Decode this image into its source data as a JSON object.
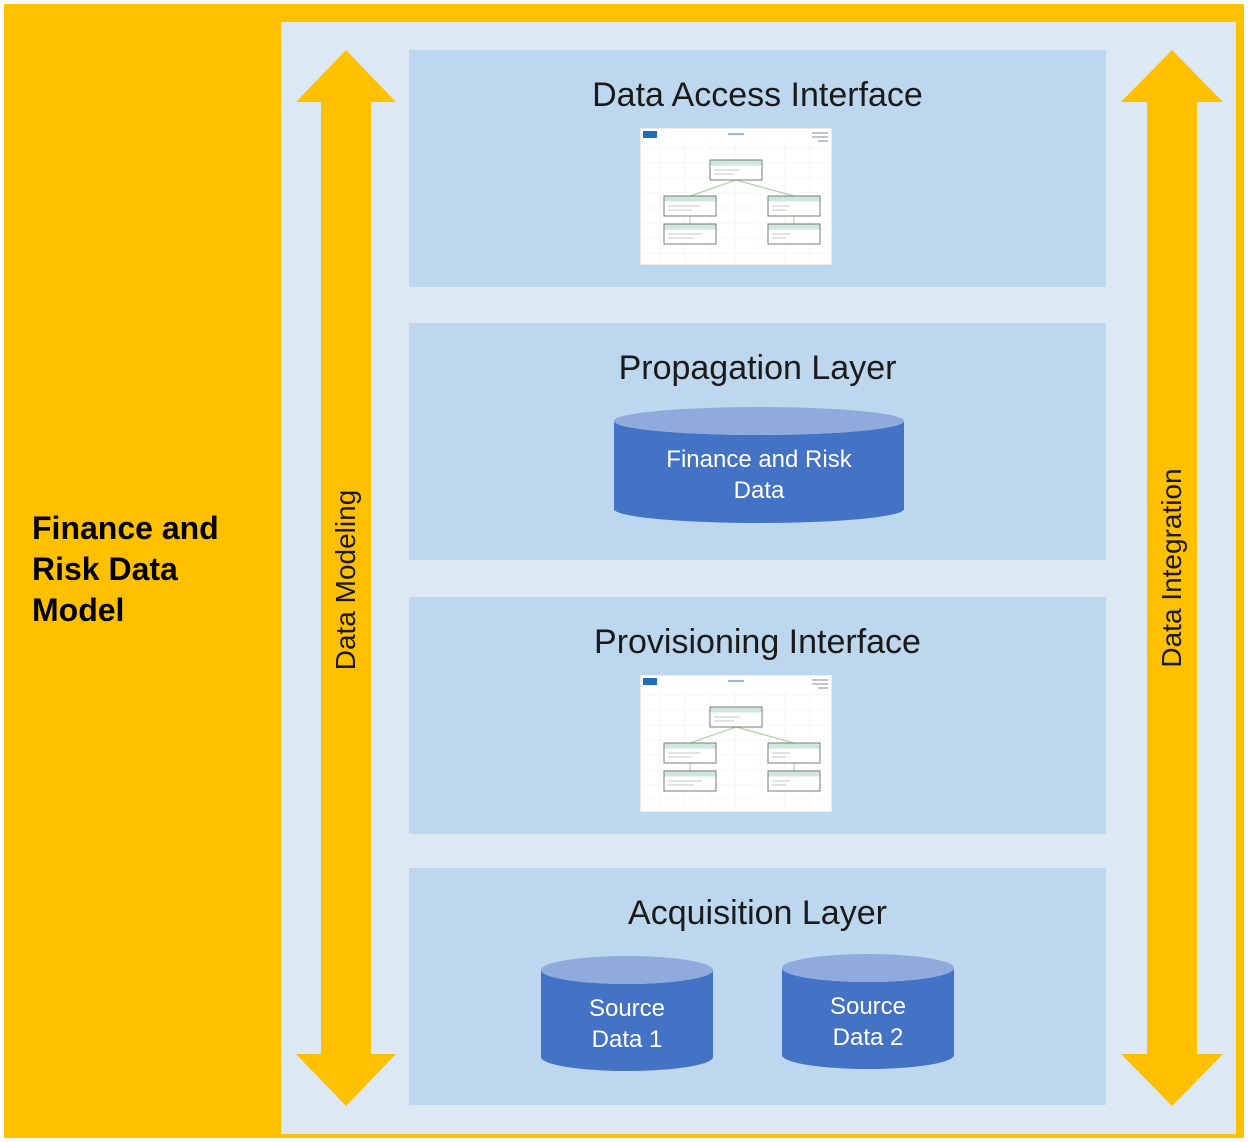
{
  "model_title_lines": [
    "Finance and",
    "Risk Data",
    "Model"
  ],
  "left_arrow_label": "Data Modeling",
  "right_arrow_label": "Data Integration",
  "colors": {
    "outer": "#FFC000",
    "inner": "#DDE8F5",
    "layer": "#BDD7EE",
    "cylinder_body": "#4472C4",
    "cylinder_top": "#8FAADC",
    "arrow": "#FFC000"
  },
  "layers": [
    {
      "title": "Data Access Interface",
      "content": "diagram-thumbnail"
    },
    {
      "title": "Propagation Layer",
      "content": "database",
      "databases": [
        {
          "lines": [
            "Finance and Risk",
            "Data"
          ]
        }
      ]
    },
    {
      "title": "Provisioning Interface",
      "content": "diagram-thumbnail"
    },
    {
      "title": "Acquisition Layer",
      "content": "database",
      "databases": [
        {
          "lines": [
            "Source",
            "Data 1"
          ]
        },
        {
          "lines": [
            "Source",
            "Data 2"
          ]
        }
      ]
    }
  ]
}
